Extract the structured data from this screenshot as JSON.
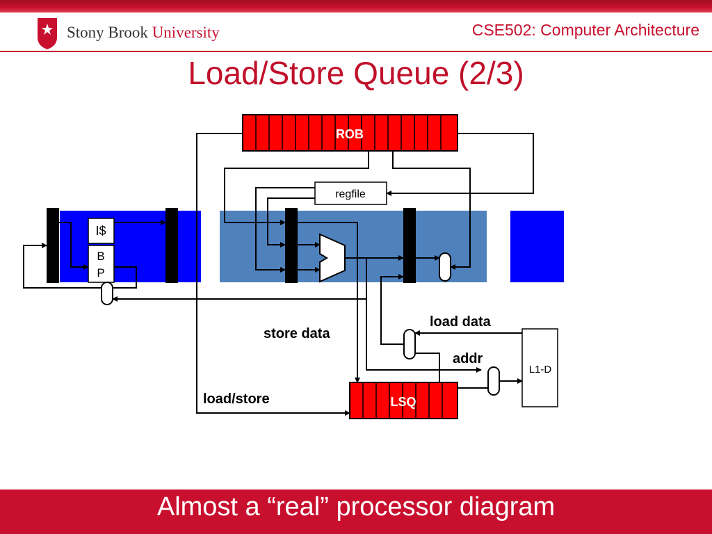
{
  "header": {
    "logo_text_1": "Stony Brook",
    "logo_text_2": "University",
    "course": "CSE502: Computer Architecture"
  },
  "slide": {
    "title": "Load/Store Queue (2/3)",
    "caption": "Almost a “real” processor diagram"
  },
  "diagram": {
    "rob_label": "ROB",
    "regfile_label": "regfile",
    "icache_label": "I$",
    "bp_label_1": "B",
    "bp_label_2": "P",
    "lsq_label": "LSQ",
    "l1d_label": "L1-D",
    "store_data_label": "store data",
    "load_data_label": "load data",
    "addr_label": "addr",
    "load_store_label": "load/store"
  },
  "colors": {
    "brand_red": "#c8102e",
    "queue_red": "#ff0000",
    "stage_blue": "#0000ff",
    "stage_light_blue": "#4f81bd"
  }
}
